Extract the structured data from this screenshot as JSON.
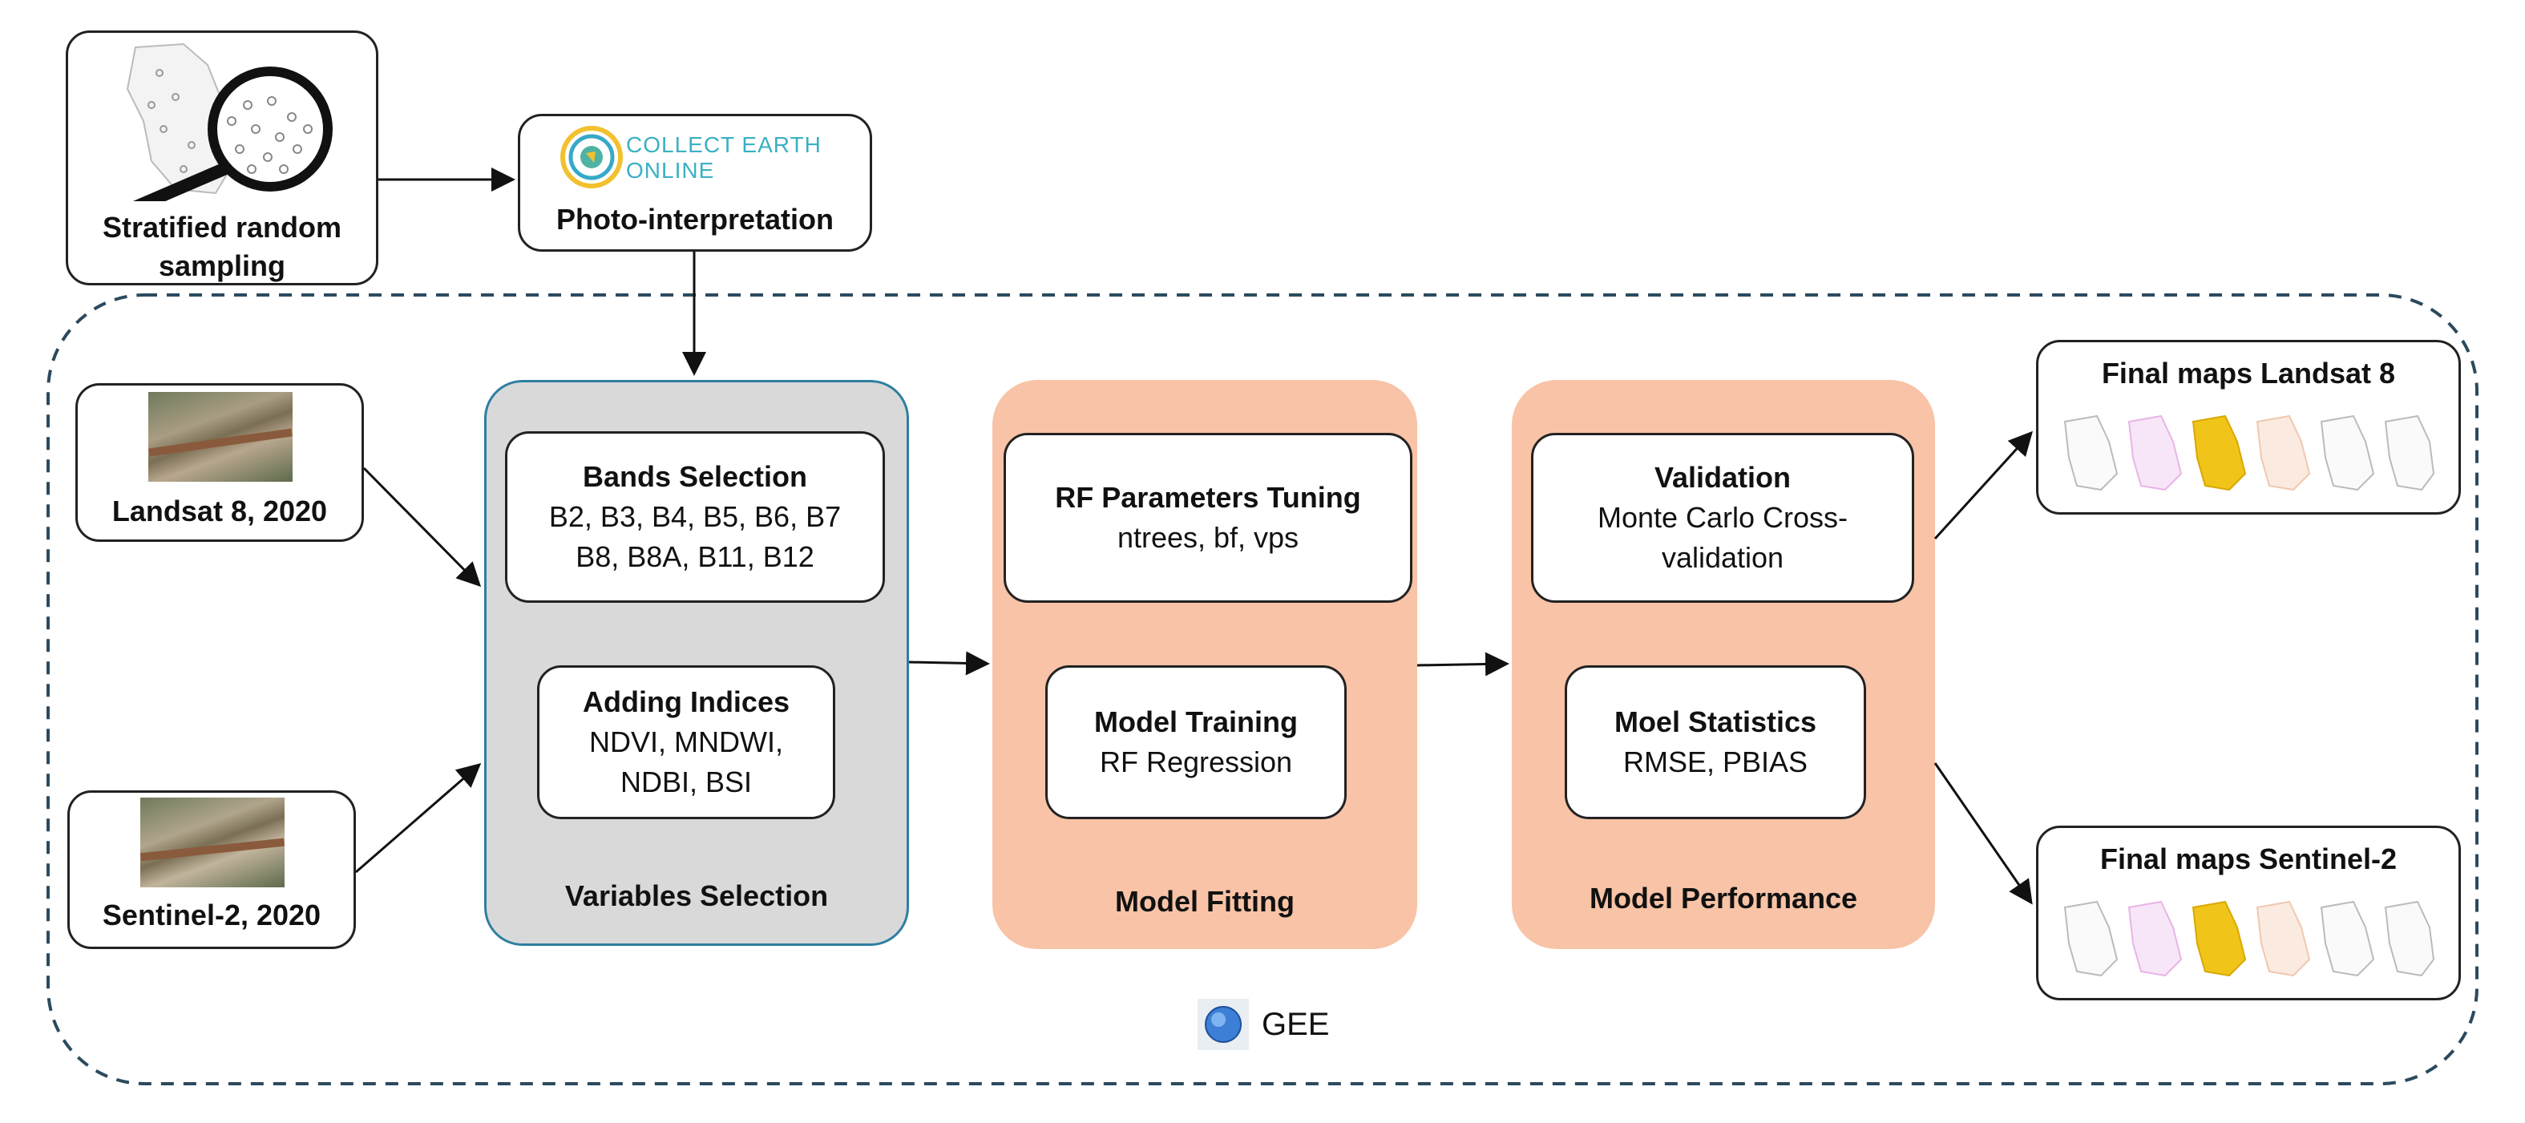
{
  "sampling": {
    "title_line1": "Stratified random",
    "title_line2": "sampling",
    "icon": "magnifier-map-icon"
  },
  "photo": {
    "logo_line1": "COLLECT EARTH",
    "logo_line2": "ONLINE",
    "title": "Photo-interpretation"
  },
  "inputs": {
    "landsat": {
      "label": "Landsat 8, 2020"
    },
    "sentinel": {
      "label": "Sentinel-2, 2020"
    }
  },
  "variables": {
    "panel_label": "Variables Selection",
    "bands": {
      "title": "Bands Selection",
      "line1": "B2, B3, B4, B5, B6, B7",
      "line2": "B8, B8A, B11, B12"
    },
    "indices": {
      "title": "Adding Indices",
      "line1": "NDVI, MNDWI,",
      "line2": "NDBI, BSI"
    }
  },
  "fitting": {
    "panel_label": "Model Fitting",
    "tuning": {
      "title": "RF Parameters Tuning",
      "line1": "ntrees, bf, vps"
    },
    "training": {
      "title": "Model Training",
      "line1": "RF Regression"
    }
  },
  "performance": {
    "panel_label": "Model Performance",
    "validation": {
      "title": "Validation",
      "line1": "Monte Carlo Cross-",
      "line2": "validation"
    },
    "statistics": {
      "title": "Moel Statistics",
      "line1": "RMSE, PBIAS"
    }
  },
  "outputs": {
    "landsat": {
      "title": "Final maps Landsat 8"
    },
    "sentinel": {
      "title": "Final maps Sentinel-2"
    }
  },
  "gee": {
    "label": "GEE",
    "icon": "gee-globe-icon"
  },
  "colors": {
    "variables_fill": "#d9d9d9",
    "variables_border": "#2e7fa0",
    "orange_fill": "#f8c3a6",
    "dash": "#2c4a5e",
    "map_yellow": "#f0c419",
    "map_pink": "#e8b4e8"
  }
}
